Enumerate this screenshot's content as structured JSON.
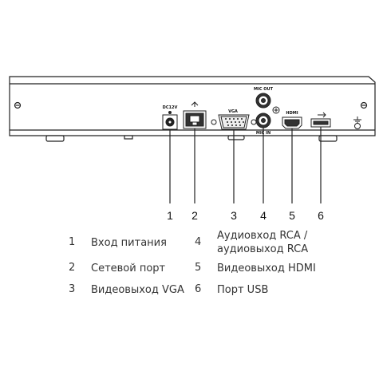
{
  "device": {
    "port_labels": {
      "power": "DC12V",
      "mic_out": "MIC OUT",
      "mic_in": "MIC IN",
      "vga": "VGA",
      "hdmi": "HDMI",
      "usb": "USB"
    }
  },
  "callouts": [
    "1",
    "2",
    "3",
    "4",
    "5",
    "6"
  ],
  "legend": [
    {
      "num": "1",
      "label": "Вход питания"
    },
    {
      "num": "2",
      "label": "Сетевой порт"
    },
    {
      "num": "3",
      "label": "Видеовыход VGA"
    },
    {
      "num": "4",
      "label": "Аудиовход RCA /",
      "label2": "аудиовыход RCA"
    },
    {
      "num": "5",
      "label": "Видеовыход HDMI"
    },
    {
      "num": "6",
      "label": "Порт USB"
    }
  ],
  "colors": {
    "line": "#222222",
    "panel": "#ffffff"
  }
}
